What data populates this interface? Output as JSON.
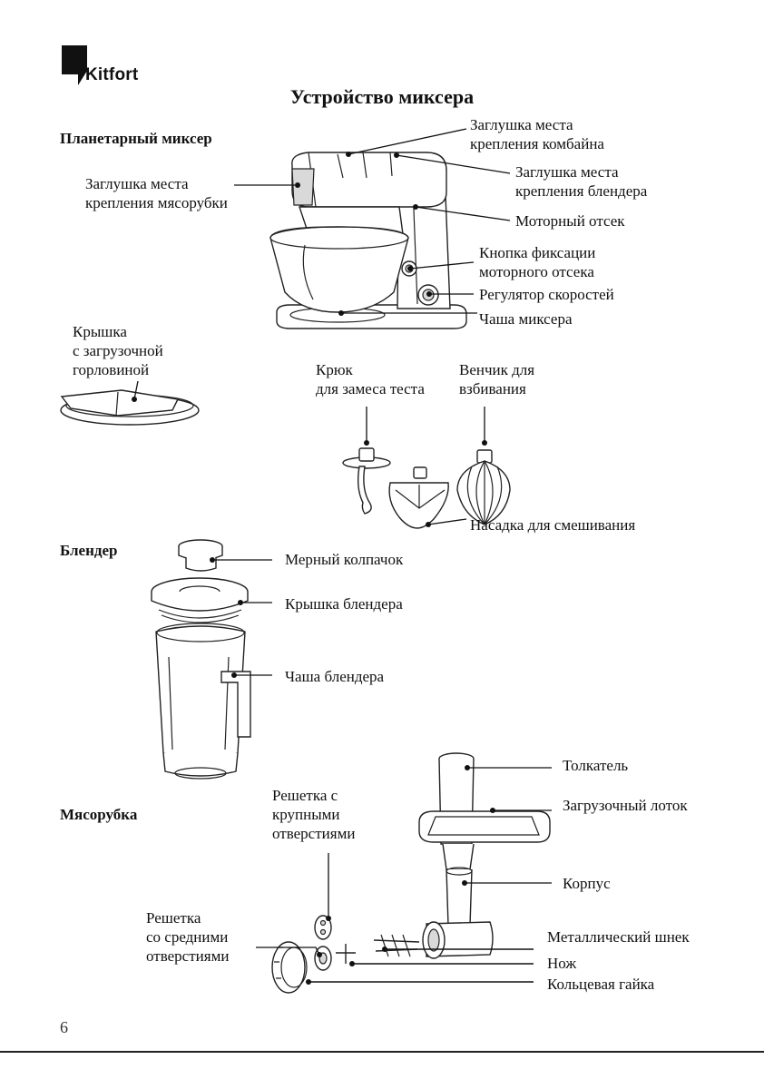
{
  "brand": {
    "name": "Kitfort"
  },
  "title": "Устройство миксера",
  "page_number": "6",
  "sections": {
    "planetary": "Планетарный миксер",
    "blender": "Блендер",
    "grinder": "Мясорубка"
  },
  "labels": {
    "combine_cap": "Заглушка места\nкрепления комбайна",
    "blender_cap": "Заглушка места\nкрепления блендера",
    "grinder_cap": "Заглушка места\nкрепления мясорубки",
    "motor": "Моторный отсек",
    "lock_button": "Кнопка фиксации\nмоторного отсека",
    "speed": "Регулятор скоростей",
    "bowl": "Чаша миксера",
    "lid": "Крышка\nс загрузочной\nгорловиной",
    "hook": "Крюк\nдля замеса теста",
    "whisk": "Венчик для\nвзбивания",
    "beater": "Насадка для смешивания",
    "measuring_cap": "Мерный колпачок",
    "blender_lid": "Крышка блендера",
    "blender_jar": "Чаша блендера",
    "pusher": "Толкатель",
    "tray": "Загрузочный лоток",
    "body": "Корпус",
    "coarse_grid": "Решетка с\nкрупными\nотверстиями",
    "medium_grid": "Решетка\nсо средними\nотверстиями",
    "auger": "Металлический шнек",
    "knife": "Нож",
    "ring_nut": "Кольцевая гайка"
  }
}
